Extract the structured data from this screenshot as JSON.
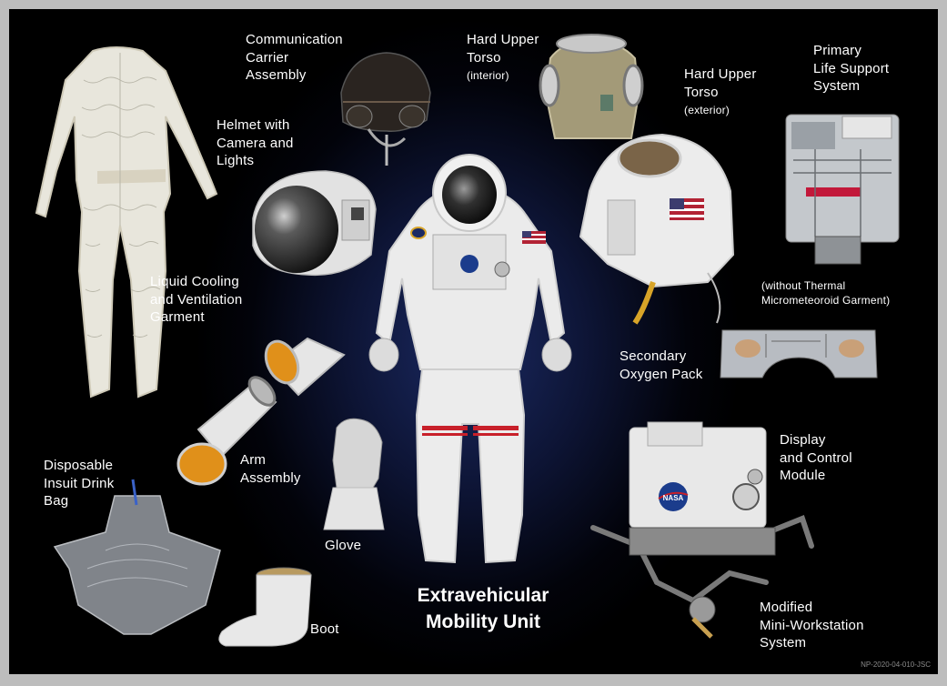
{
  "title": "Extravehicular\nMobility Unit",
  "credit": "NP-2020-04-010-JSC",
  "labels": {
    "lcvg": "Liquid Cooling\nand Ventilation\nGarment",
    "cca": "Communication\nCarrier\nAssembly",
    "helmet": "Helmet with\nCamera and\nLights",
    "hut_interior_title": "Hard Upper\nTorso",
    "hut_interior_note": "(interior)",
    "hut_exterior_title": "Hard Upper\nTorso",
    "hut_exterior_note": "(exterior)",
    "plss": "Primary\nLife Support\nSystem",
    "plss_note": "(without Thermal\nMicrometeoroid Garment)",
    "sop": "Secondary\nOxygen Pack",
    "arm": "Arm\nAssembly",
    "glove": "Glove",
    "drink_bag": "Disposable\nInsuit Drink\nBag",
    "boot": "Boot",
    "dcm": "Display\nand Control\nModule",
    "mws": "Modified\nMini-Workstation\nSystem"
  },
  "logo_text": "NASA",
  "colors": {
    "background_center": "#1b2a63",
    "background_edge": "#000000",
    "suit_white": "#e9e9e9",
    "stripe_red": "#c8202a",
    "hut_tan": "#a39a78",
    "gold_visor": "#e0901a"
  }
}
